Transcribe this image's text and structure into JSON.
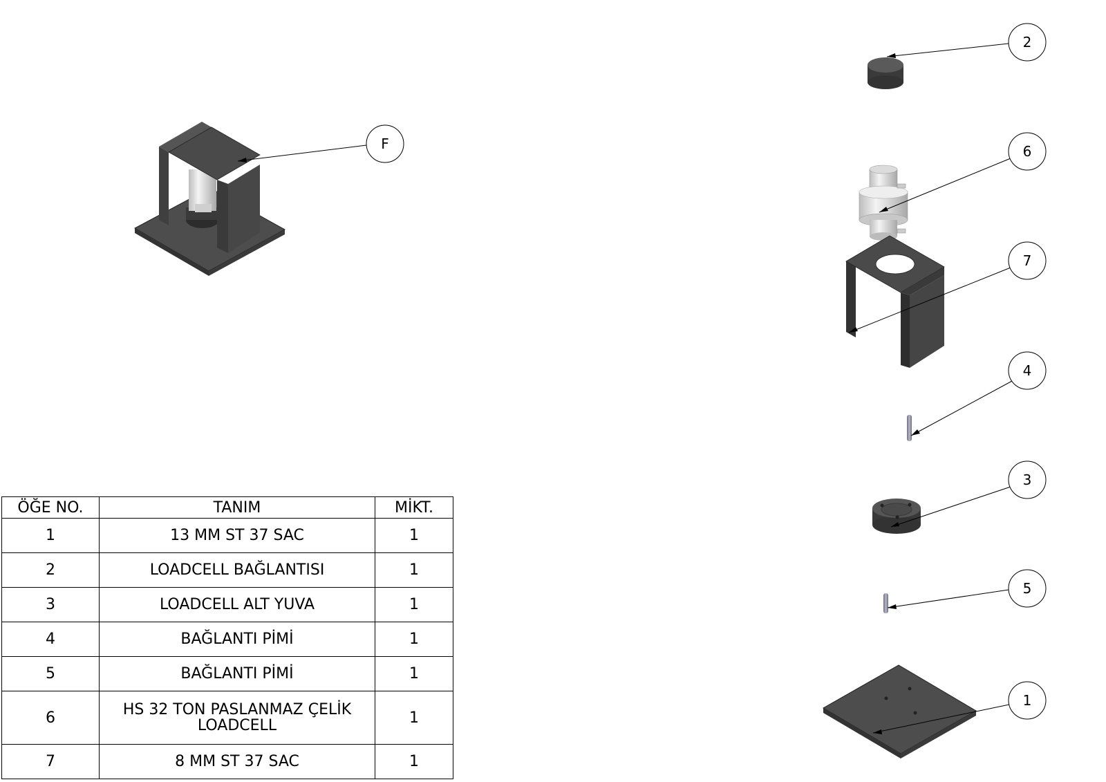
{
  "balloons": [
    {
      "id": "detail",
      "label": "F"
    },
    {
      "id": "item-2",
      "label": "2"
    },
    {
      "id": "item-6",
      "label": "6"
    },
    {
      "id": "item-7",
      "label": "7"
    },
    {
      "id": "item-4",
      "label": "4"
    },
    {
      "id": "item-3",
      "label": "3"
    },
    {
      "id": "item-5",
      "label": "5"
    },
    {
      "id": "item-1",
      "label": "1"
    }
  ],
  "bom": {
    "headers": {
      "no": "ÖĞE NO.",
      "desc": "TANIM",
      "qty": "MİKT."
    },
    "rows": [
      {
        "no": "1",
        "desc": "13 MM ST 37 SAC",
        "qty": "1"
      },
      {
        "no": "2",
        "desc": "LOADCELL BAĞLANTISI",
        "qty": "1"
      },
      {
        "no": "3",
        "desc": "LOADCELL ALT YUVA",
        "qty": "1"
      },
      {
        "no": "4",
        "desc": "BAĞLANTI PİMİ",
        "qty": "1"
      },
      {
        "no": "5",
        "desc": "BAĞLANTI PİMİ",
        "qty": "1"
      },
      {
        "no": "6",
        "desc": "HS 32 TON PASLANMAZ ÇELİK LOADCELL",
        "qty": "1"
      },
      {
        "no": "7",
        "desc": "8 MM ST 37 SAC",
        "qty": "1"
      }
    ]
  },
  "colors": {
    "steel": "#4a4a4a",
    "steel_dark": "#333333",
    "steel_light": "#5c5c5c",
    "loadcell": "#e8e8e8",
    "line": "#000000"
  }
}
